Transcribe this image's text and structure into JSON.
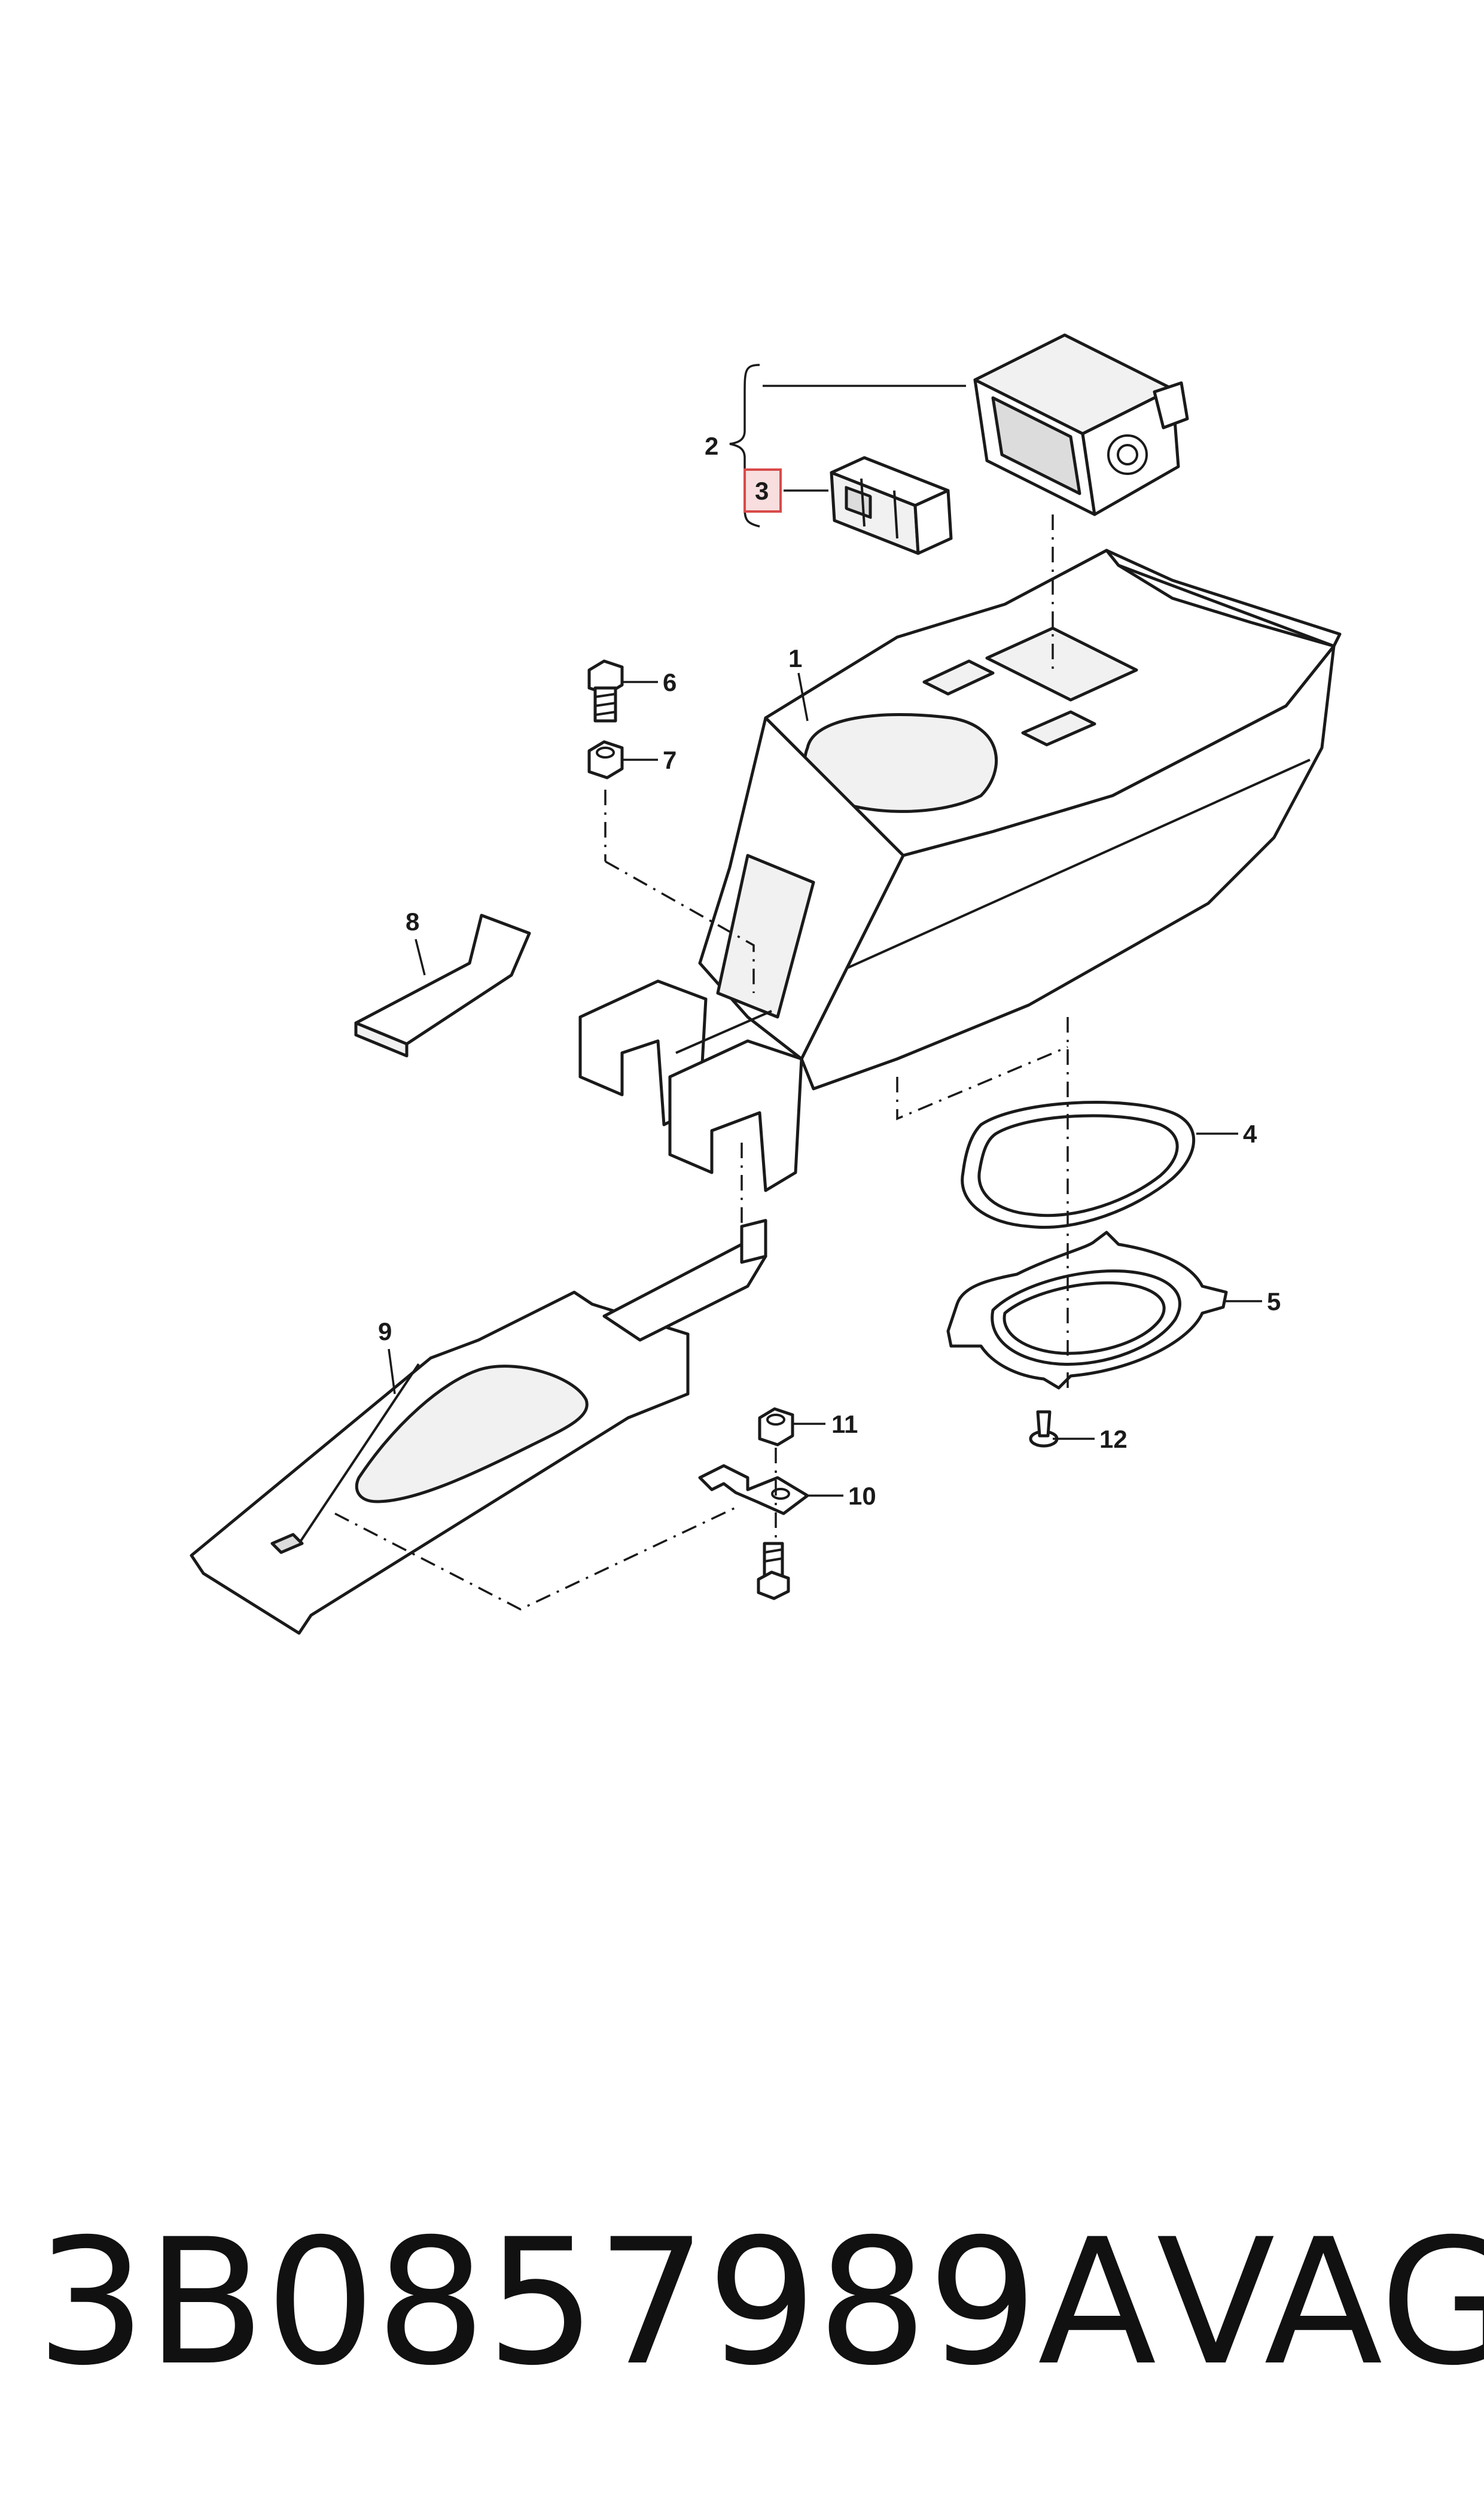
{
  "callouts": [
    "1",
    "2",
    "3",
    "4",
    "5",
    "6",
    "7",
    "8",
    "9",
    "10",
    "11",
    "12"
  ],
  "highlighted_callout": "3",
  "caption": {
    "part_number": "3B0857989A",
    "brand": "VAG"
  },
  "colors": {
    "line": "#1a1a1a",
    "highlight_fill": "#f8dede",
    "highlight_stroke": "#d84a4a",
    "background": "#ffffff"
  }
}
